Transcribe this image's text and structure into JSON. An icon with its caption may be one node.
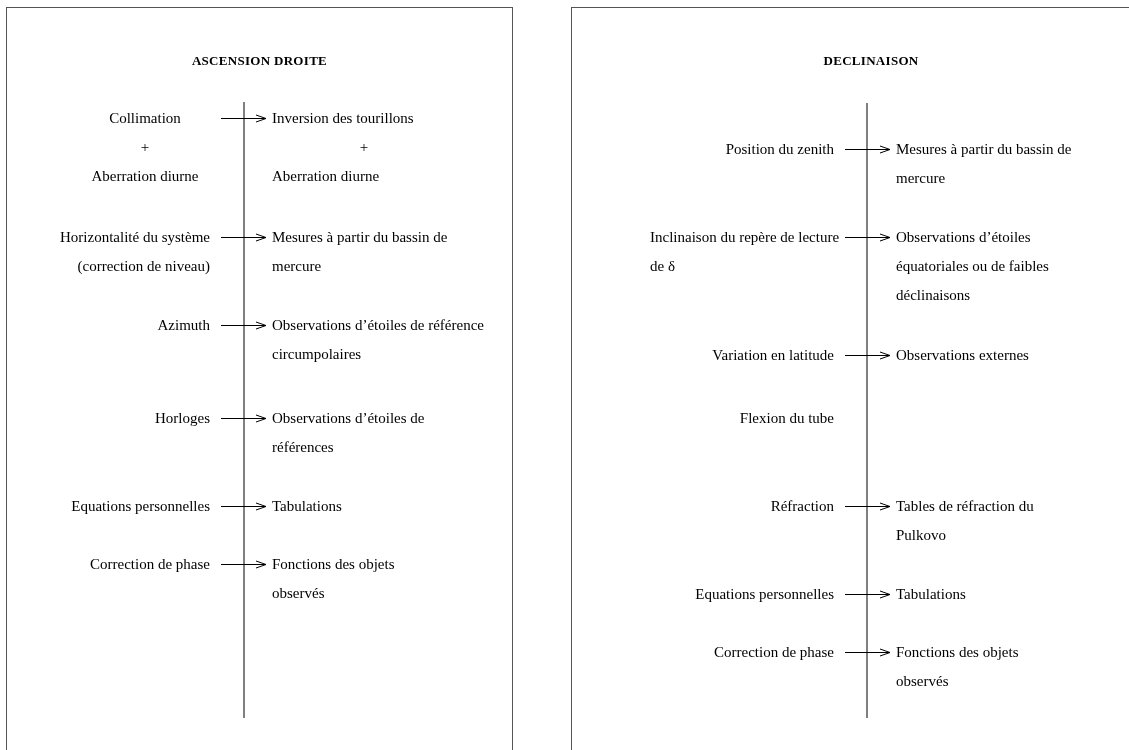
{
  "diagram": {
    "nodes": [
      {
        "text": [
          "ASCENSION DROITE"
        ]
      },
      {
        "text": [
          "Collimation",
          "+",
          "Aberration diurne"
        ],
        "in": 0
      },
      {
        "text": [
          "Inversion des tourillons",
          "+",
          "Aberration diurne"
        ],
        "in": 0
      },
      {
        "text": [
          "Horizontalité du système (correction de niveau)"
        ],
        "in": 0
      },
      {
        "text": [
          "Mesures à partir du bassin de mercure"
        ],
        "in": 0
      },
      {
        "text": [
          "Azimuth"
        ],
        "in": 0
      },
      {
        "text": [
          "Observations d’étoiles de référence circumpolaires"
        ],
        "in": 0
      },
      {
        "text": [
          "Horloges"
        ],
        "in": 0
      },
      {
        "text": [
          "Observations d’étoiles de références"
        ],
        "in": 0
      },
      {
        "text": [
          "Equations personnelles"
        ],
        "in": 0
      },
      {
        "text": [
          "Tabulations"
        ],
        "in": 0
      },
      {
        "text": [
          "Correction de phase"
        ],
        "in": 0
      },
      {
        "text": [
          "Fonctions des objets observés"
        ],
        "in": 0
      },
      {
        "text": [
          "DECLINAISON"
        ]
      },
      {
        "text": [
          "Position du zenith"
        ],
        "in": 13
      },
      {
        "text": [
          "Mesures à partir du bassin de mercure"
        ],
        "in": 13
      },
      {
        "text": [
          "Inclinaison du repère de lecture de δ"
        ],
        "in": 13
      },
      {
        "text": [
          "Observations d’étoiles équatoriales ou de faibles déclinaisons"
        ],
        "in": 13
      },
      {
        "text": [
          "Variation en latitude"
        ],
        "in": 13
      },
      {
        "text": [
          "Observations externes"
        ],
        "in": 13
      },
      {
        "text": [
          "Flexion du tube"
        ],
        "in": 13
      },
      {
        "text": [
          "Réfraction"
        ],
        "in": 13
      },
      {
        "text": [
          "Tables de réfraction du Pulkovo"
        ],
        "in": 13
      },
      {
        "text": [
          "Equations personnelles"
        ],
        "in": 13
      },
      {
        "text": [
          "Tabulations"
        ],
        "in": 13
      },
      {
        "text": [
          "Correction de phase"
        ],
        "in": 13
      },
      {
        "text": [
          "Fonctions des objets observés"
        ],
        "in": 13
      }
    ],
    "edges": [
      {
        "from": 1,
        "to": 2,
        "arrow": "to"
      },
      {
        "from": 3,
        "to": 4,
        "arrow": "to"
      },
      {
        "from": 5,
        "to": 6,
        "arrow": "to"
      },
      {
        "from": 7,
        "to": 8,
        "arrow": "to"
      },
      {
        "from": 9,
        "to": 10,
        "arrow": "to"
      },
      {
        "from": 11,
        "to": 12,
        "arrow": "to"
      },
      {
        "from": 14,
        "to": 15,
        "arrow": "to"
      },
      {
        "from": 16,
        "to": 17,
        "arrow": "to"
      },
      {
        "from": 18,
        "to": 19,
        "arrow": "to"
      },
      {
        "from": 21,
        "to": 22,
        "arrow": "to"
      },
      {
        "from": 23,
        "to": 24,
        "arrow": "to"
      },
      {
        "from": 25,
        "to": 26,
        "arrow": "to"
      }
    ]
  }
}
